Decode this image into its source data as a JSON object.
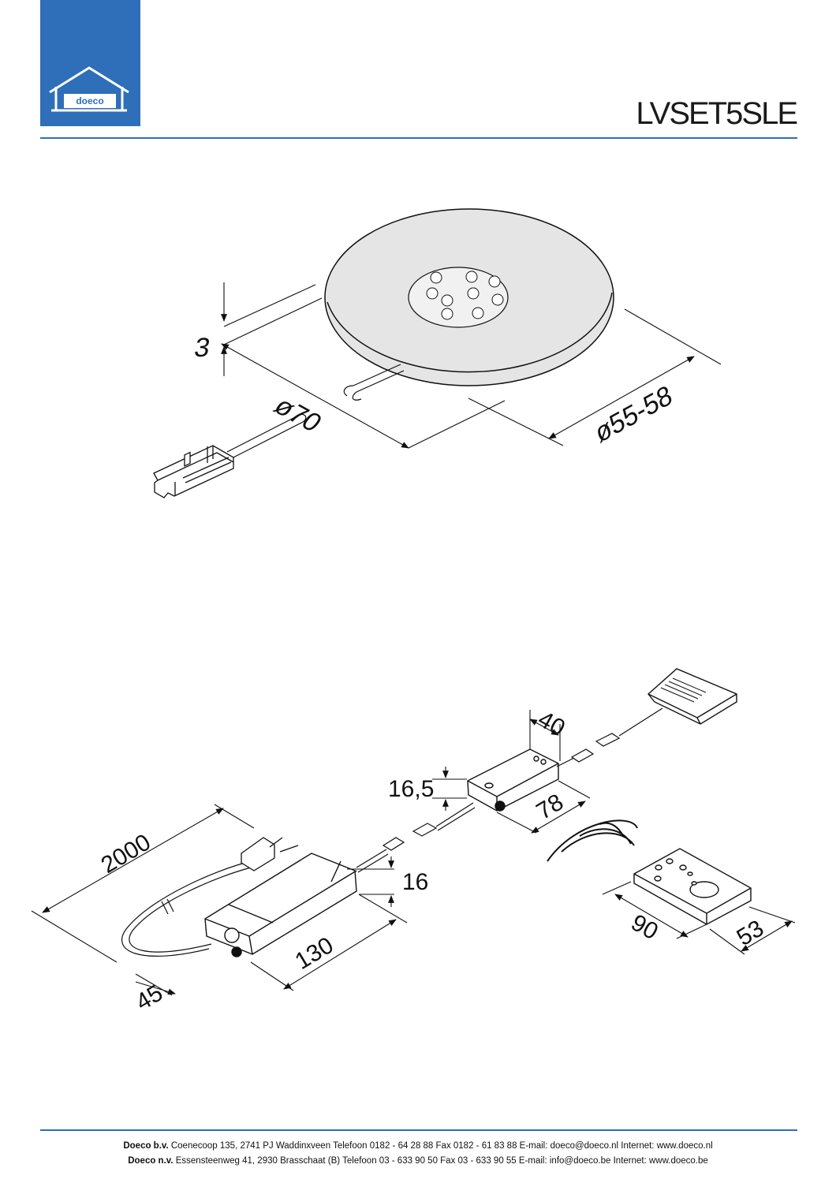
{
  "header": {
    "logo_text": "doeco",
    "product_code": "LVSET5SLE"
  },
  "drawing_top": {
    "dim_thickness": "3",
    "dim_outer_diameter": "ø70",
    "dim_cutout_diameter": "ø55-58"
  },
  "drawing_bottom": {
    "dim_cable_length": "2000",
    "dim_driver_height": "16",
    "dim_driver_length": "130",
    "dim_driver_width": "45",
    "dim_receiver_height": "16,5",
    "dim_receiver_width": "40",
    "dim_receiver_length": "78",
    "dim_remote_length": "90",
    "dim_remote_width": "53"
  },
  "footer": {
    "line1_company": "Doeco b.v.",
    "line1_text": "Coenecoop 135,   2741 PJ  Waddinxveen   Telefoon 0182 - 64 28 88   Fax 0182 - 61 83 88   E-mail: doeco@doeco.nl   Internet: www.doeco.nl",
    "line2_company": "Doeco n.v.",
    "line2_text": "Essensteenweg 41, 2930  Brasschaat (B)   Telefoon 03 - 633 90 50   Fax 03 - 633 90 55   E-mail: info@doeco.be   Internet: www.doeco.be"
  },
  "colors": {
    "brand_blue": "#2f6eb8",
    "light_body": "#e4e4e4"
  }
}
